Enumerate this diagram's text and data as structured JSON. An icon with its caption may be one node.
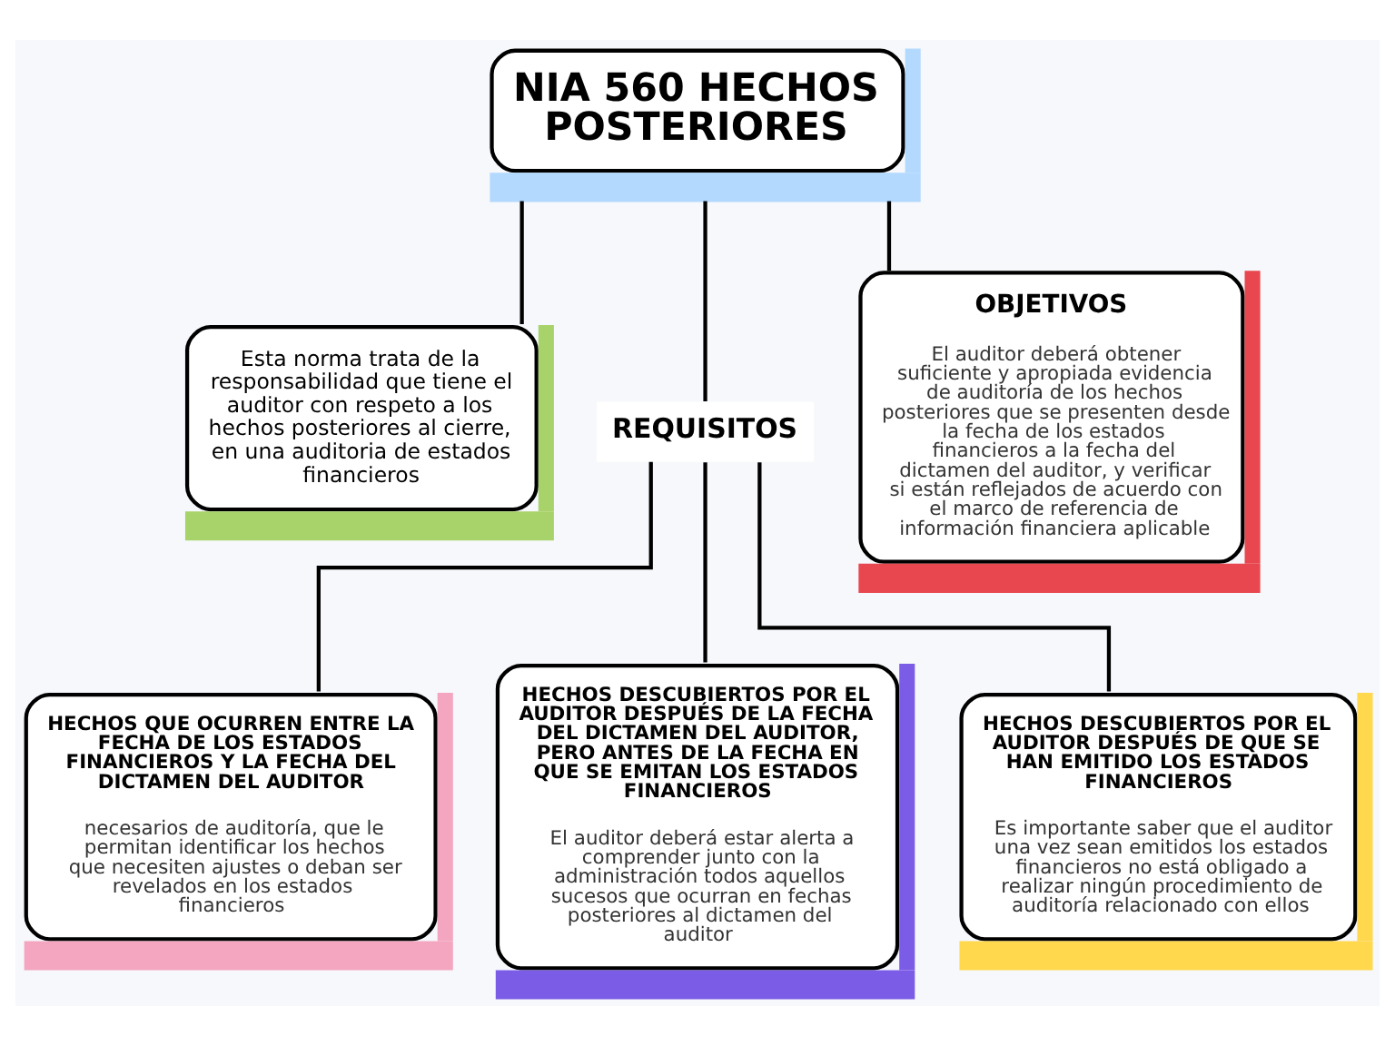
{
  "diagram": {
    "nodes": [
      {
        "text": [
          "NIA 560 HECHOS POSTERIORES"
        ]
      },
      {
        "text": [
          "Esta norma trata de la responsabilidad que tiene el auditor con respeto a los hechos posteriores al cierre, en una auditoria de estados financieros"
        ]
      },
      {
        "text": [
          "REQUISITOS"
        ]
      },
      {
        "text": [
          "OBJETIVOS",
          "El auditor deberá obtener suficiente y apropiada evidencia de auditoría de los hechos posteriores que se presenten desde la fecha de los estados financieros a la fecha del dictamen del auditor, y verificar si están reflejados de acuerdo con el marco de referencia de información financiera aplicable"
        ]
      },
      {
        "text": [
          "HECHOS QUE OCURREN ENTRE LA FECHA DE LOS ESTADOS FINANCIEROS Y LA FECHA DEL DICTAMEN DEL AUDITOR",
          "necesarios de auditoría, que le permitan identificar los hechos que necesiten ajustes o deban ser revelados en los estados financieros"
        ]
      },
      {
        "text": [
          "HECHOS DESCUBIERTOS POR EL AUDITOR DESPUÉS DE LA FECHA DEL DICTAMEN DEL AUDITOR, PERO ANTES DE LA FECHA EN QUE SE EMITAN LOS ESTADOS FINANCIEROS",
          "El auditor deberá estar alerta a comprender junto con la administración todos aquellos sucesos que ocurran en fechas posteriores al dictamen del auditor"
        ]
      },
      {
        "text": [
          "HECHOS DESCUBIERTOS POR EL AUDITOR DESPUÉS DE QUE SE HAN EMITIDO LOS ESTADOS FINANCIEROS",
          "Es importante saber que el auditor una vez sean emitidos los estados financieros no está obligado a realizar ningún procedimiento de auditoría relacionado con ellos"
        ]
      }
    ],
    "edges": [
      {
        "from": 0,
        "to": 1,
        "arrow": "none"
      },
      {
        "from": 0,
        "to": 2,
        "arrow": "none"
      },
      {
        "from": 0,
        "to": 3,
        "arrow": "none"
      },
      {
        "from": 2,
        "to": 4,
        "arrow": "none"
      },
      {
        "from": 2,
        "to": 5,
        "arrow": "none"
      },
      {
        "from": 2,
        "to": 6,
        "arrow": "none"
      }
    ]
  }
}
